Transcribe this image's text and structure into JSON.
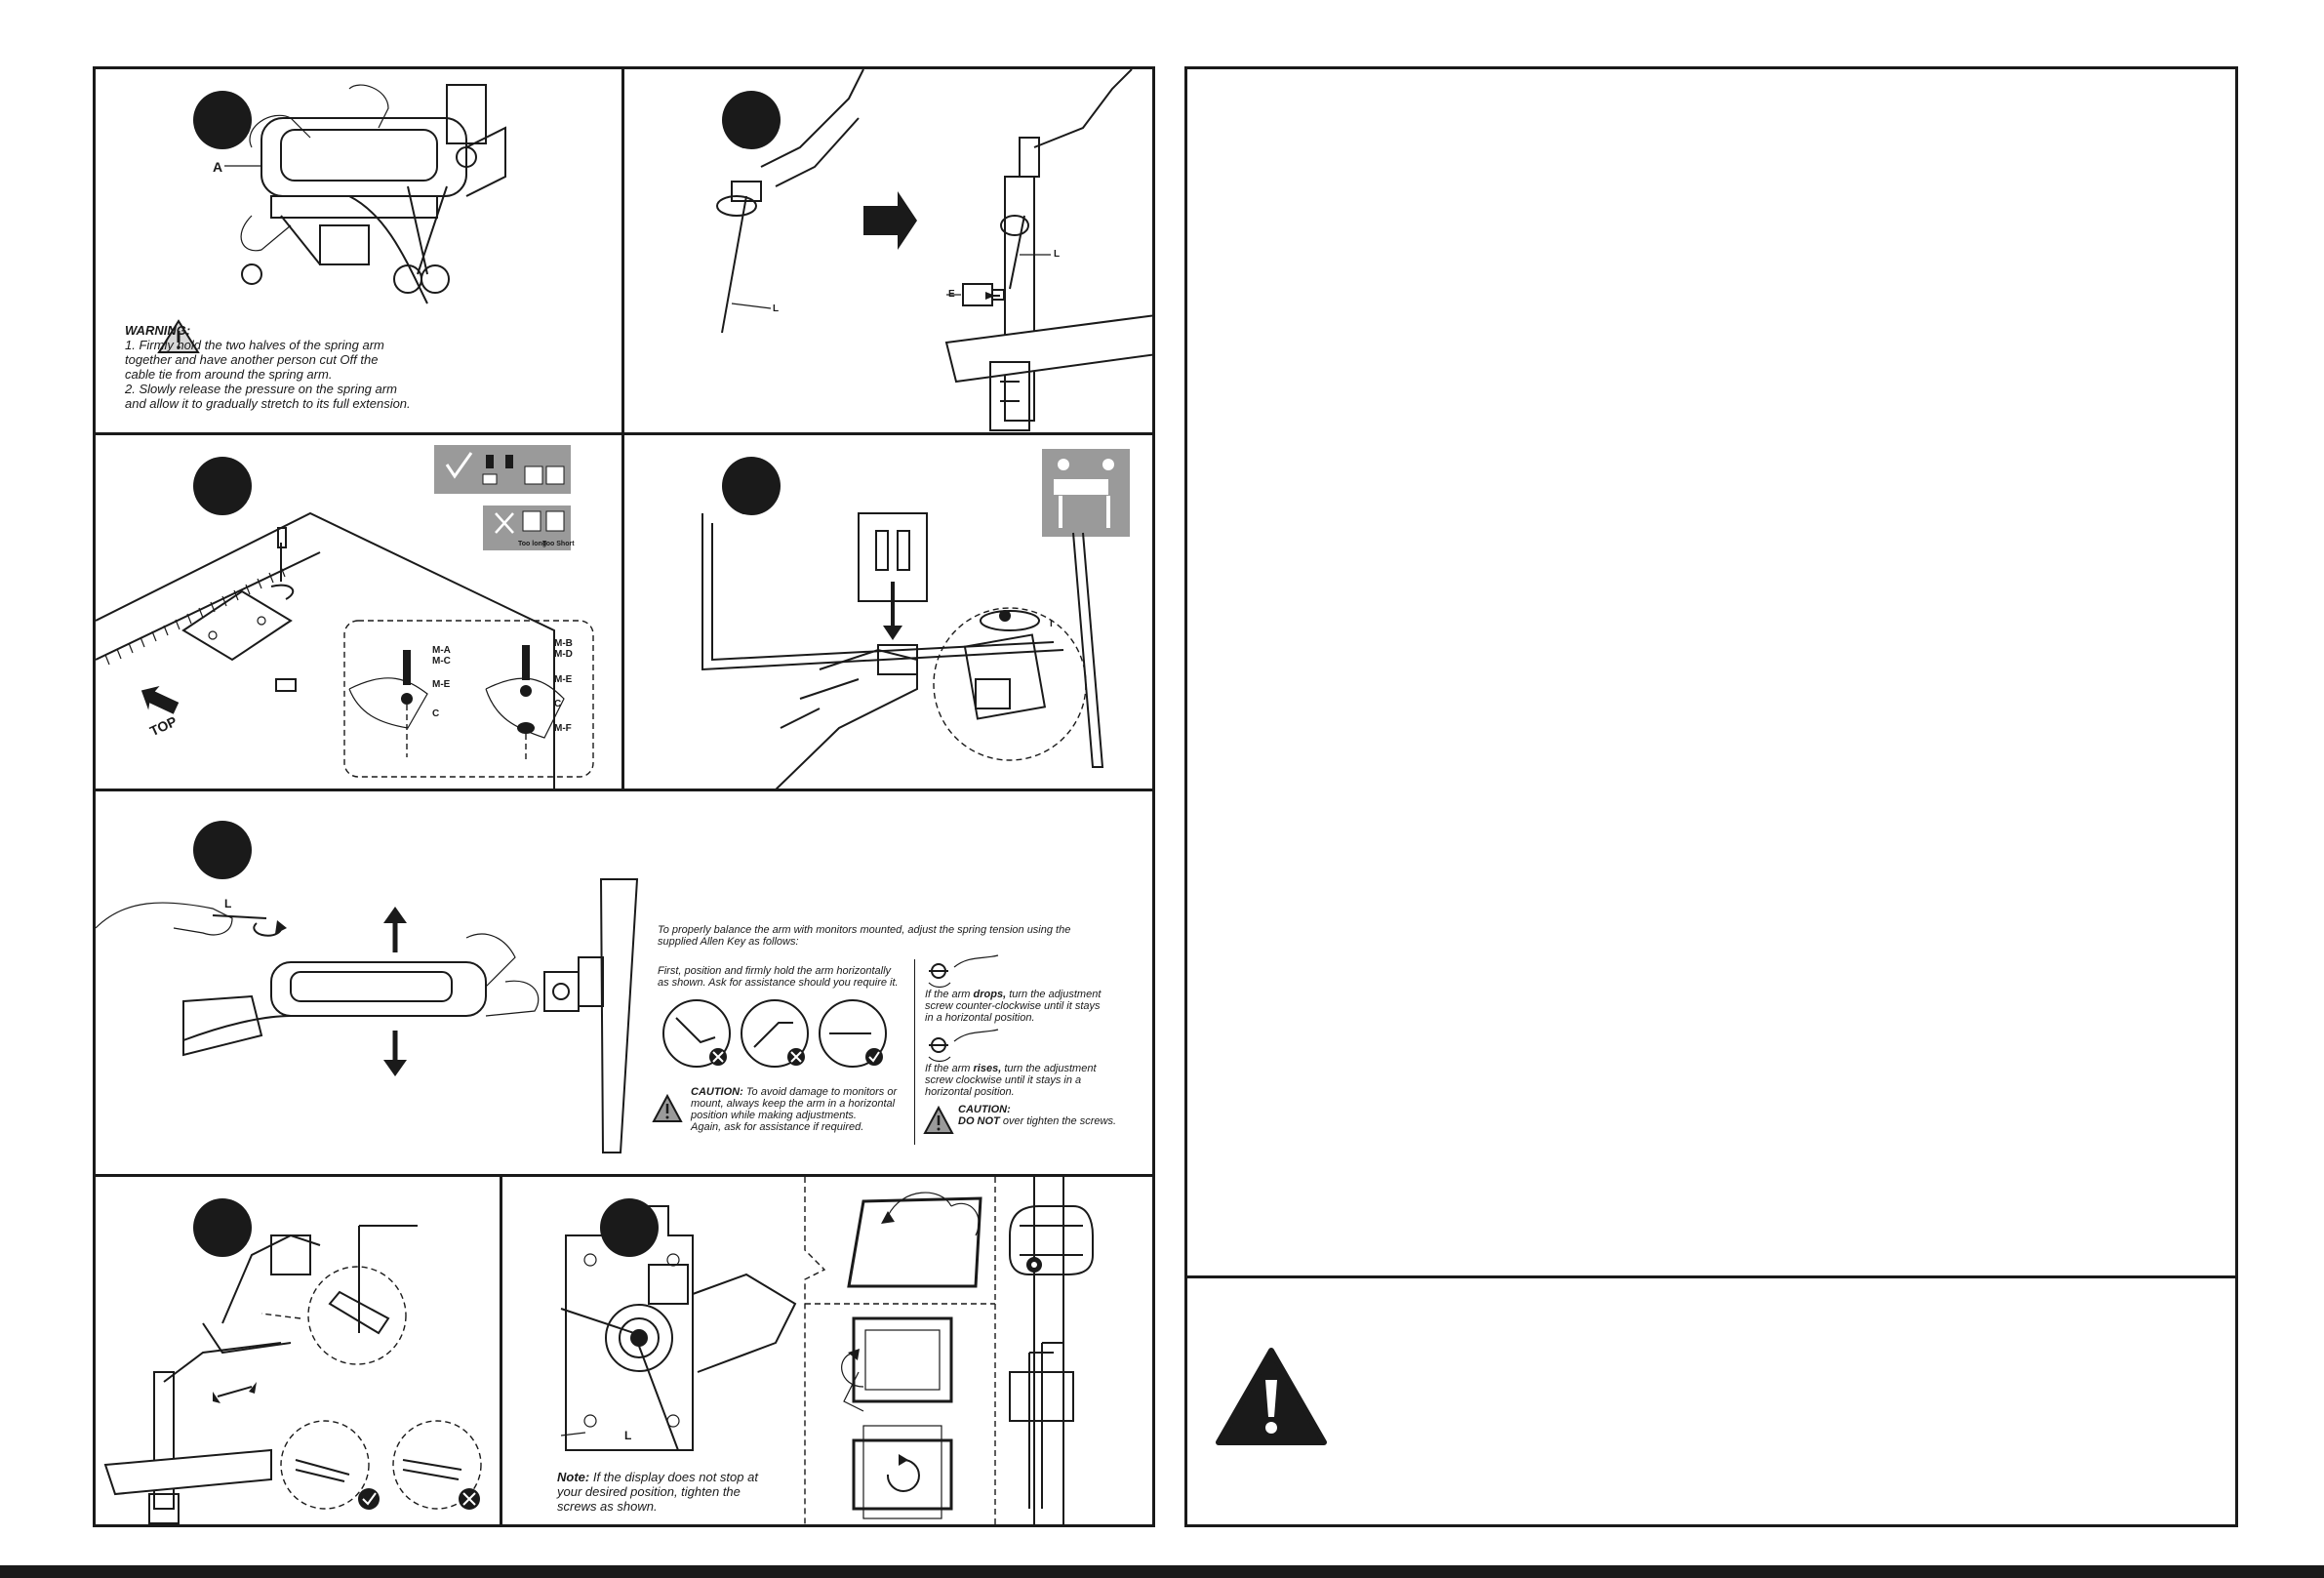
{
  "panel1": {
    "label_a": "A",
    "warning_title": "WARNING:",
    "warning_lines": [
      "1. Firmly hold the two halves of the spring arm",
      "together and have another person cut Off the",
      "cable tie from around the spring arm.",
      "2. Slowly release the pressure on the spring arm",
      "and allow it to gradually stretch to its full extension."
    ]
  },
  "panel2": {
    "label_l1": "L",
    "label_l2": "L",
    "label_e": "E"
  },
  "panel3": {
    "too_long": "Too long",
    "too_short": "Too Short",
    "top_label": "TOP",
    "m_a": "M-A",
    "m_c": "M-C",
    "m_e1": "M-E",
    "c1": "C",
    "m_b": "M-B",
    "m_d": "M-D",
    "m_e2": "M-E",
    "c2": "C",
    "m_f": "M-F"
  },
  "panel4": {
    "label_i": "I"
  },
  "panel5": {
    "label_l": "L",
    "intro": [
      "To properly balance the arm with monitors mounted, adjust the spring tension using the",
      "supplied Allen Key as follows:"
    ],
    "first": [
      "First, position and firmly hold the arm horizontally",
      "as shown. Ask for assistance should you require it."
    ],
    "caution_bold": "CAUTION:",
    "caution_rest": " To avoid damage to monitors or",
    "caution_lines": [
      "mount,  always keep the arm in a horizontal",
      "position while making adjustments.",
      "Again, ask for assistance if required."
    ],
    "drops_pre": "If the arm ",
    "drops_bold": "drops,",
    "drops_post": " turn the adjustment",
    "drops_lines": [
      "screw counter-clockwise until it stays",
      "in a horizontal position."
    ],
    "rises_pre": "If the arm ",
    "rises_bold": "rises,",
    "rises_post": " turn the adjustment",
    "rises_lines": [
      "screw clockwise until it stays in a",
      "horizontal position."
    ],
    "caution2_bold": "CAUTION:",
    "donot_bold": "DO NOT",
    "donot_rest": " over tighten the screws."
  },
  "panel7": {
    "label_l": "L",
    "note_bold": "Note:",
    "note_rest": " If the display does not stop at",
    "note_lines": [
      "your desired position, tighten the",
      "screws as shown."
    ]
  }
}
